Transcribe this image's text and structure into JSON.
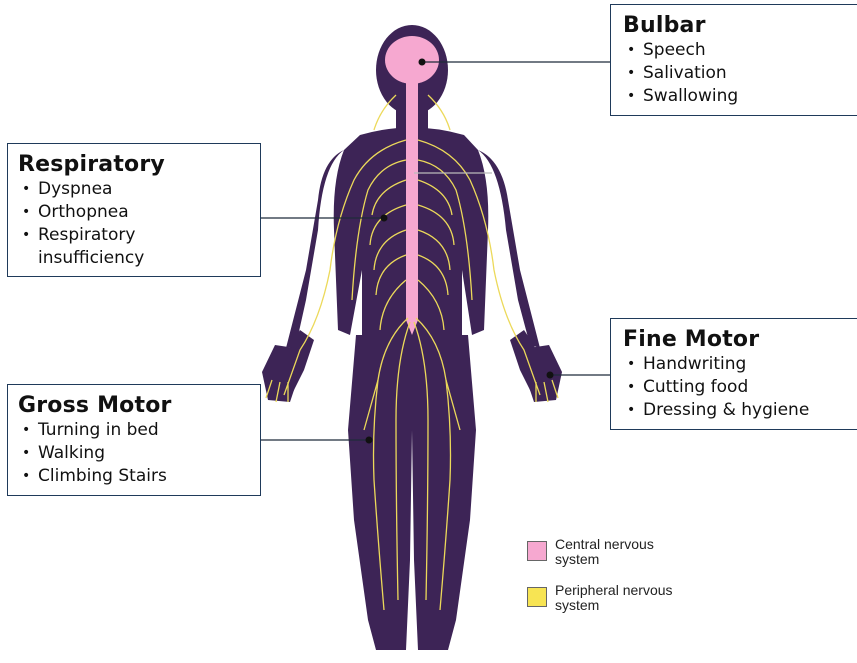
{
  "categories": [
    {
      "title": "Bulbar",
      "items": [
        "Speech",
        "Salivation",
        "Swallowing"
      ]
    },
    {
      "title": "Respiratory",
      "items": [
        "Dyspnea",
        "Orthopnea",
        "Respiratory insufficiency"
      ]
    },
    {
      "title": "Fine Motor",
      "items": [
        "Handwriting",
        "Cutting food",
        "Dressing & hygiene"
      ]
    },
    {
      "title": "Gross Motor",
      "items": [
        "Turning in bed",
        "Walking",
        "Climbing Stairs"
      ]
    }
  ],
  "legend": [
    {
      "label": "Central nervous system",
      "color": "#f6a8d0"
    },
    {
      "label": "Peripheral nervous system",
      "color": "#f7e453"
    }
  ],
  "colors": {
    "body": "#3d2456",
    "brain": "#f6a8d0",
    "nerves": "#ecd95a",
    "box_border": "#1f3a5a"
  }
}
